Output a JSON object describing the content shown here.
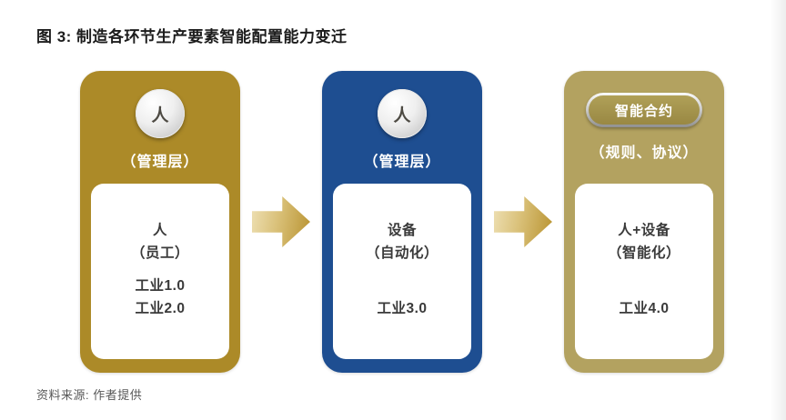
{
  "title": "图 3: 制造各环节生产要素智能配置能力变迁",
  "source": "资料来源: 作者提供",
  "colors": {
    "card1": "#ac8a28",
    "card2": "#1e4e91",
    "card3": "#b3a260"
  },
  "cards": [
    {
      "badge": "人",
      "layer_label": "（管理层）",
      "content_line1": "人",
      "content_line2": "（员工）",
      "stages": [
        "工业1.0",
        "工业2.0"
      ]
    },
    {
      "badge": "人",
      "layer_label": "（管理层）",
      "content_line1": "设备",
      "content_line2": "（自动化）",
      "stages": [
        "工业3.0"
      ]
    },
    {
      "badge": "智能合约",
      "layer_label": "（规则、协议）",
      "content_line1": "人+设备",
      "content_line2": "（智能化）",
      "stages": [
        "工业4.0"
      ]
    }
  ]
}
